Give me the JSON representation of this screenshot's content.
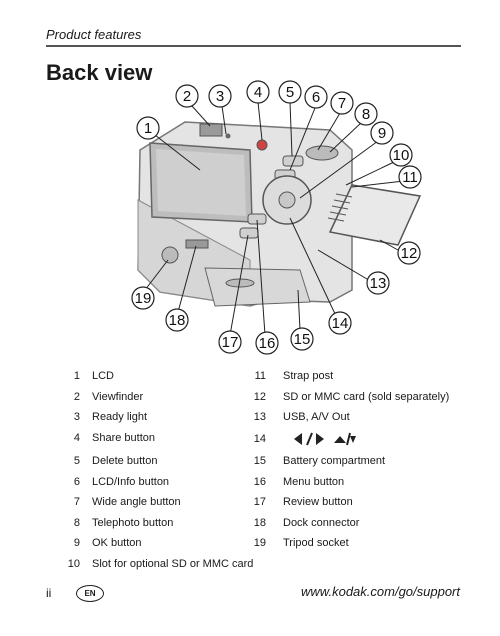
{
  "header": {
    "section": "Product features"
  },
  "title": "Back view",
  "callouts": [
    "1",
    "2",
    "3",
    "4",
    "5",
    "6",
    "7",
    "8",
    "9",
    "10",
    "11",
    "12",
    "13",
    "14",
    "15",
    "16",
    "17",
    "18",
    "19"
  ],
  "legend": {
    "left": [
      {
        "num": "1",
        "label": "LCD"
      },
      {
        "num": "2",
        "label": "Viewfinder"
      },
      {
        "num": "3",
        "label": "Ready light"
      },
      {
        "num": "4",
        "label": "Share button"
      },
      {
        "num": "5",
        "label": "Delete button"
      },
      {
        "num": "6",
        "label": "LCD/Info button"
      },
      {
        "num": "7",
        "label": "Wide angle button"
      },
      {
        "num": "8",
        "label": "Telephoto button"
      },
      {
        "num": "9",
        "label": "OK button"
      },
      {
        "num": "10",
        "label": "Slot for optional SD or MMC card"
      }
    ],
    "right": [
      {
        "num": "11",
        "label": "Strap post"
      },
      {
        "num": "12",
        "label": "SD or MMC card (sold separately)"
      },
      {
        "num": "13",
        "label": "USB, A/V Out"
      },
      {
        "num": "14",
        "label": ""
      },
      {
        "num": "15",
        "label": "Battery compartment"
      },
      {
        "num": "16",
        "label": "Menu button"
      },
      {
        "num": "17",
        "label": "Review button"
      },
      {
        "num": "18",
        "label": "Dock connector"
      },
      {
        "num": "19",
        "label": "Tripod socket"
      }
    ]
  },
  "footer": {
    "page": "ii",
    "lang_badge": "EN",
    "url": "www.kodak.com/go/support"
  }
}
